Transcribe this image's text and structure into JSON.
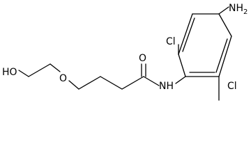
{
  "molecule": {
    "atoms": {
      "hydroxyl": "HO",
      "ether_oxygen": "O",
      "carbonyl_oxygen": "O",
      "amide_nitrogen": "NH",
      "chlorine_top": "Cl",
      "chlorine_bottom": "Cl",
      "amine_main": "NH",
      "amine_sub": "2"
    },
    "colors": {
      "bond": "#000000",
      "text": "#000000",
      "background": "#ffffff"
    }
  }
}
